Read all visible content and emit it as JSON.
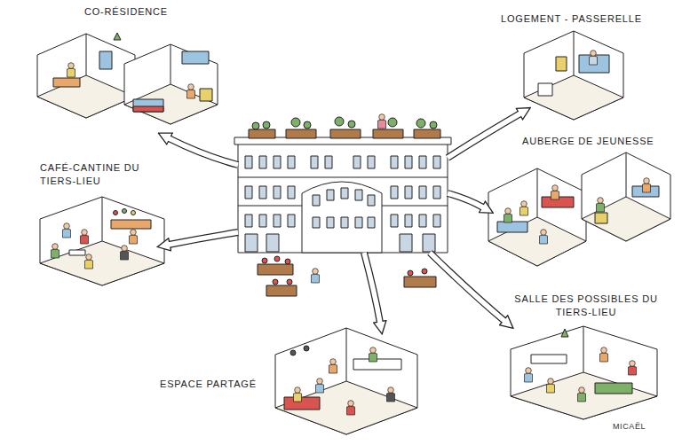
{
  "diagram": {
    "nodes": [
      {
        "text": [
          "CO-RÉSIDENCE"
        ]
      },
      {
        "text": [
          "LOGEMENT - PASSERELLE"
        ]
      },
      {
        "text": [
          "CAFÉ-CANTINE DU TIERS-LIEU"
        ]
      },
      {
        "text": [
          "AUBERGE DE JEUNESSE"
        ]
      },
      {
        "text": [
          "SALLE DES POSSIBLES DU TIERS-LIEU"
        ]
      },
      {
        "text": [
          "ESPACE PARTAGÉ"
        ]
      }
    ],
    "labels": [
      "MICAËL"
    ]
  }
}
